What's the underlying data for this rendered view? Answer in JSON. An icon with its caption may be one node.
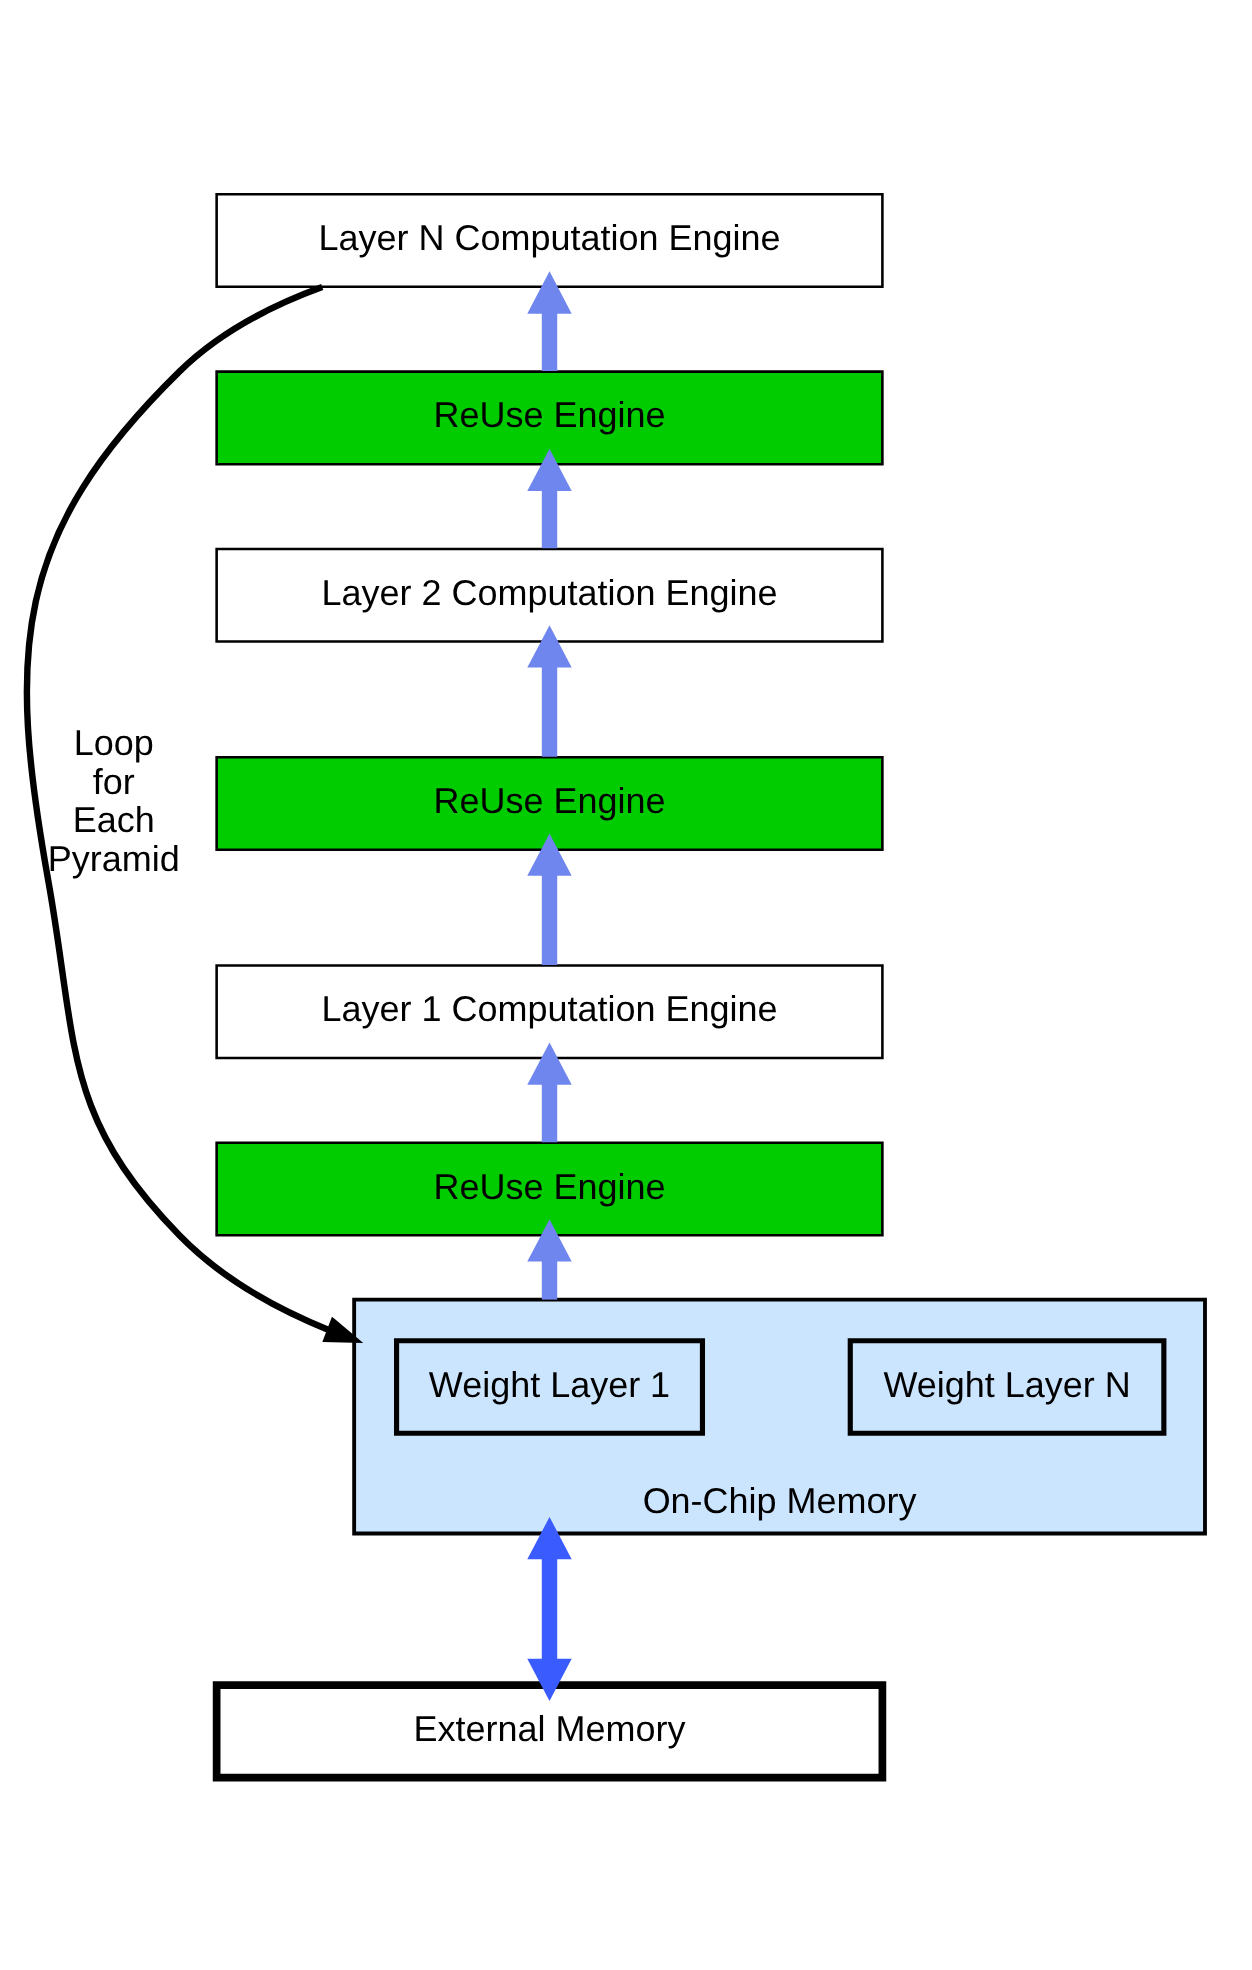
{
  "diagram": {
    "nodes": [
      {
        "text": [
          "Layer N Computation Engine"
        ]
      },
      {
        "text": [
          "ReUse Engine"
        ]
      },
      {
        "text": [
          "Layer 2 Computation Engine"
        ]
      },
      {
        "text": [
          "ReUse Engine"
        ]
      },
      {
        "text": [
          "Layer 1 Computation Engine"
        ]
      },
      {
        "text": [
          "ReUse Engine"
        ]
      },
      {
        "text": [
          "On-Chip Memory"
        ]
      },
      {
        "text": [
          "Weight Layer 1"
        ],
        "in": 6
      },
      {
        "text": [
          "Weight Layer N"
        ],
        "in": 6
      },
      {
        "text": [
          "External Memory"
        ]
      }
    ],
    "edges": [
      {
        "from": 1,
        "to": 0,
        "arrow": "to"
      },
      {
        "from": 2,
        "to": 1,
        "arrow": "to"
      },
      {
        "from": 3,
        "to": 2,
        "arrow": "to"
      },
      {
        "from": 4,
        "to": 3,
        "arrow": "to"
      },
      {
        "from": 5,
        "to": 4,
        "arrow": "to"
      },
      {
        "from": 6,
        "to": 5,
        "arrow": "to"
      },
      {
        "from": 9,
        "to": 6,
        "arrow": "both",
        "color": "#3a5cff"
      },
      {
        "from": 0,
        "to": 6,
        "arrow": "to",
        "label": "Loop for Each Pyramid",
        "color": "#000000"
      }
    ]
  }
}
